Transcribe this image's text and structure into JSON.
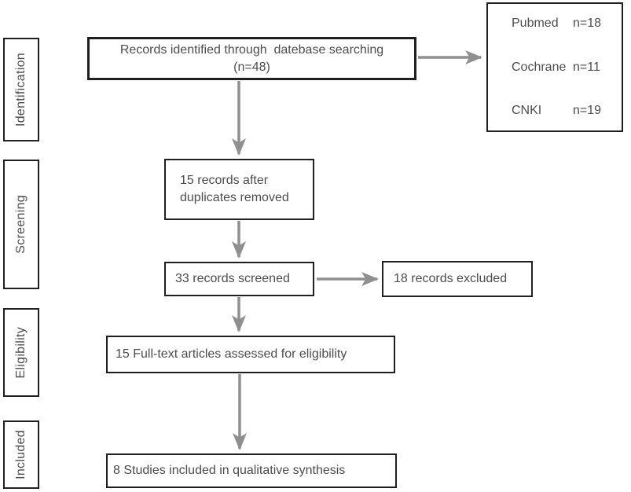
{
  "colors": {
    "border": "#1f1f1f",
    "arrow": "#8f8f8f",
    "text": "#4d4d4d",
    "background": "#ffffff"
  },
  "stages": [
    {
      "label": "Identification"
    },
    {
      "label": "Screening"
    },
    {
      "label": "Eligibility"
    },
    {
      "label": "Included"
    }
  ],
  "boxes": {
    "identified": {
      "line1": "Records identified through  datebase searching",
      "line2": "(n=48)"
    },
    "sources": [
      {
        "name": "Pubmed",
        "count": "n=18"
      },
      {
        "name": "Cochrane",
        "count": "n=11"
      },
      {
        "name": "CNKI",
        "count": "n=19"
      }
    ],
    "duplicates": {
      "line1": "15 records after",
      "line2": "duplicates removed"
    },
    "screened": {
      "label": "33 records screened"
    },
    "excluded": {
      "label": "18 records excluded"
    },
    "fulltext": {
      "label": "15 Full-text articles assessed for eligibility"
    },
    "included": {
      "label": "8 Studies included in qualitative synthesis"
    }
  }
}
